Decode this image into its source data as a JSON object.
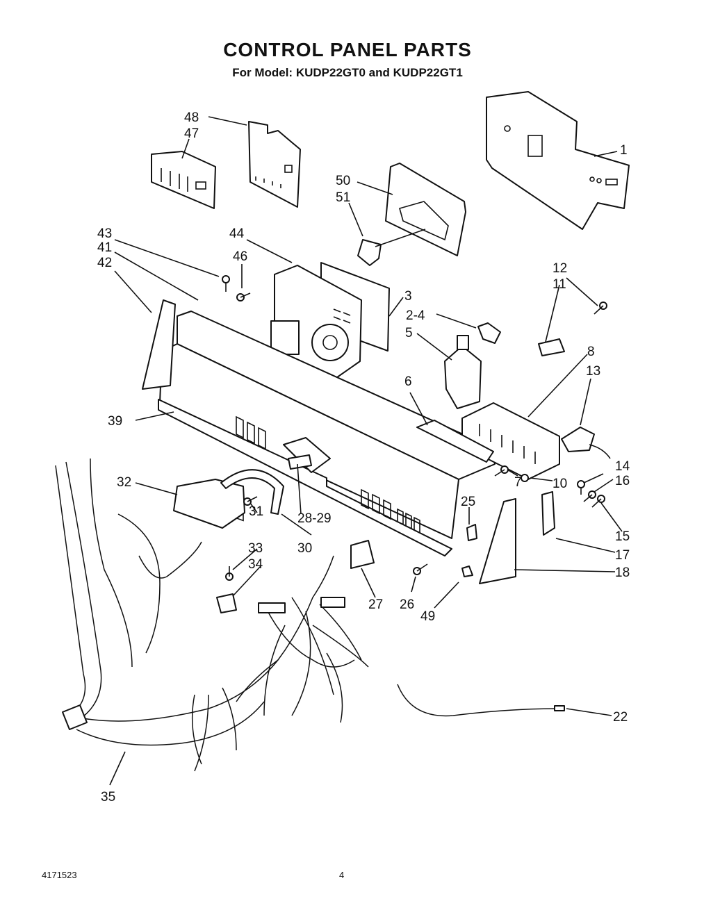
{
  "header": {
    "title": "CONTROL PANEL PARTS",
    "subtitle": "For Model: KUDP22GT0 and KUDP22GT1"
  },
  "footer": {
    "doc_number": "4171523",
    "page_number": "4"
  },
  "callouts": [
    "1",
    "2-4",
    "3",
    "5",
    "6",
    "7",
    "8",
    "10",
    "11",
    "12",
    "13",
    "14",
    "15",
    "16",
    "17",
    "18",
    "22",
    "25",
    "26",
    "27",
    "28-29",
    "30",
    "31",
    "32",
    "33",
    "34",
    "35",
    "39",
    "41",
    "42",
    "43",
    "44",
    "46",
    "47",
    "48",
    "49",
    "50",
    "51"
  ]
}
